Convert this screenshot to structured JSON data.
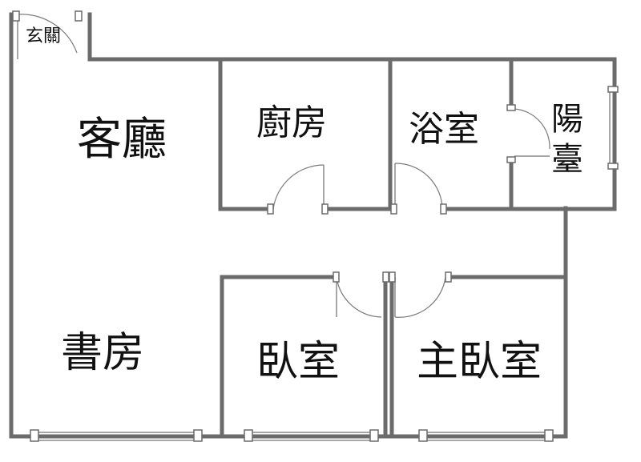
{
  "rooms": {
    "entrance": "玄關",
    "living_room": "客廳",
    "kitchen": "廚房",
    "bathroom": "浴室",
    "balcony": "陽臺",
    "study": "書房",
    "bedroom": "臥室",
    "master_bedroom": "主臥室"
  },
  "colors": {
    "wall": "#6b6b6b",
    "background": "#ffffff",
    "text": "#111111"
  }
}
